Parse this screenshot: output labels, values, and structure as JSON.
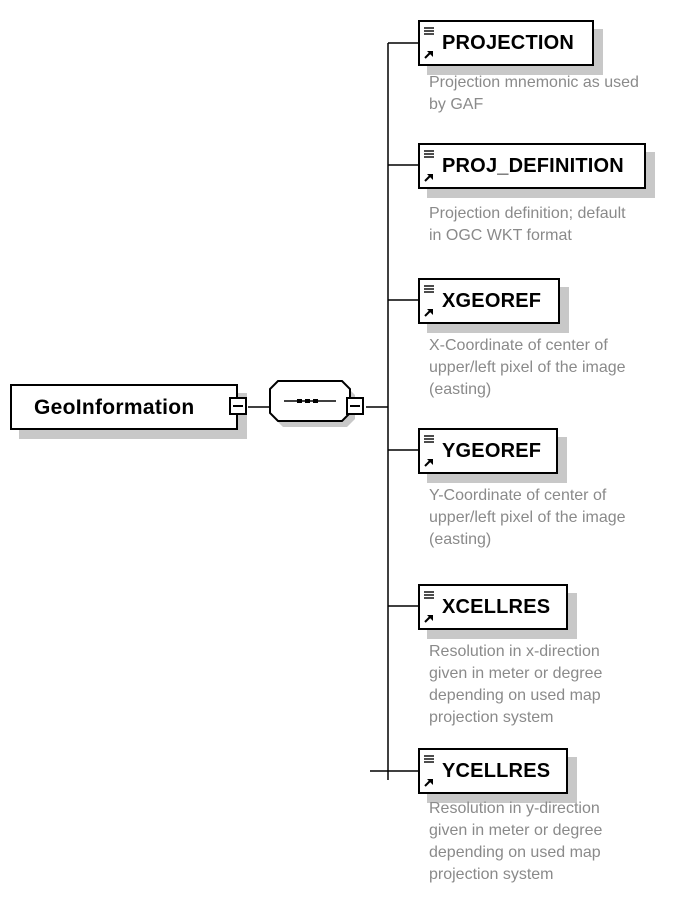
{
  "diagram": {
    "root": {
      "label": "GeoInformation"
    },
    "compositor": {
      "type": "sequence"
    },
    "elements": [
      {
        "label": "PROJECTION",
        "doc": "Projection mnemonic as used\nby GAF"
      },
      {
        "label": "PROJ_DEFINITION",
        "doc": "Projection definition; default\nin OGC WKT format"
      },
      {
        "label": "XGEOREF",
        "doc": "X-Coordinate of center of\nupper/left pixel of the image\n(easting)"
      },
      {
        "label": "YGEOREF",
        "doc": "Y-Coordinate of center of\nupper/left pixel of the image\n(easting)"
      },
      {
        "label": "XCELLRES",
        "doc": "Resolution in x-direction\ngiven in meter or degree\ndepending on used map\nprojection system"
      },
      {
        "label": "YCELLRES",
        "doc": "Resolution in y-direction\ngiven in meter or degree\ndepending on used map\nprojection system"
      }
    ],
    "colors": {
      "line": "#000000",
      "shadow": "#c8c8c8",
      "doc_text": "#8a8a8a"
    },
    "icons": {
      "element": "element-icon",
      "collapse": "collapse-icon",
      "sequence": "sequence-compositor-icon"
    }
  }
}
